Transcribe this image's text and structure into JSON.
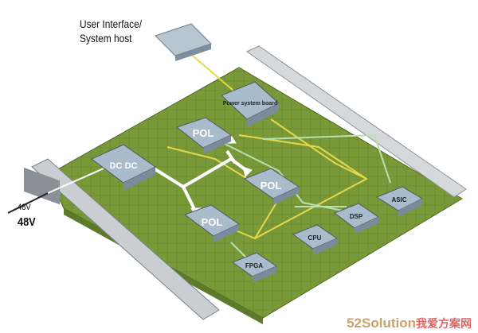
{
  "host_label_line1": "User Interface/",
  "host_label_line2": "System host",
  "input_label_top": "48V",
  "input_label": "48V",
  "blocks": {
    "dcdc": "DC DC",
    "power_board": "Power system board",
    "pol1": "POL",
    "pol2": "POL",
    "pol3": "POL",
    "asic": "ASIC",
    "dsp": "DSP",
    "cpu": "CPU",
    "fpga": "FPGA"
  },
  "watermark": {
    "brand": "52Solution",
    "cn": "我爱方案网"
  },
  "colors": {
    "board": "#7a9a3a",
    "chip": "#a9bccb",
    "bus_power": "#ffffff",
    "bus_signal": "#e6d84a",
    "bus_data": "#b8e0b0"
  }
}
